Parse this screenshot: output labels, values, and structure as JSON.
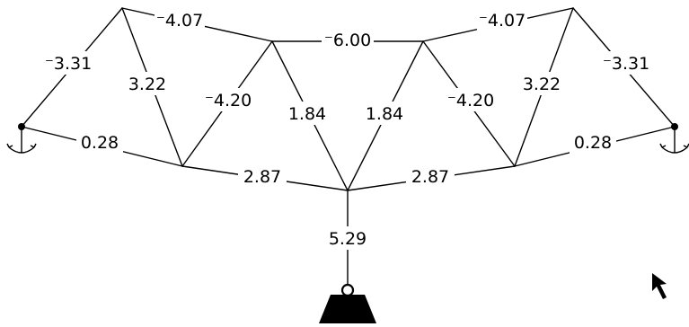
{
  "colors": {
    "ink": "#000000",
    "background": "#ffffff"
  },
  "icons": {
    "left_support": "pin-support-icon",
    "right_support": "pin-support-icon",
    "load": "hanging-weight-icon",
    "cursor": "mouse-pointer-icon"
  },
  "truss": {
    "members": [
      {
        "id": "m-left-outer-top",
        "label": "⁻3.31"
      },
      {
        "id": "m-left-top-chord",
        "label": "⁻4.07"
      },
      {
        "id": "m-center-top-chord",
        "label": "⁻6.00"
      },
      {
        "id": "m-right-top-chord",
        "label": "⁻4.07"
      },
      {
        "id": "m-right-outer-top",
        "label": "⁻3.31"
      },
      {
        "id": "m-left-vertical-diag",
        "label": "3.22"
      },
      {
        "id": "m-left-inner-diag",
        "label": "⁻4.20"
      },
      {
        "id": "m-left-center-diag",
        "label": "1.84"
      },
      {
        "id": "m-right-center-diag",
        "label": "1.84"
      },
      {
        "id": "m-right-inner-diag",
        "label": "⁻4.20"
      },
      {
        "id": "m-right-vertical-diag",
        "label": "3.22"
      },
      {
        "id": "m-left-bottom-outer",
        "label": "0.28"
      },
      {
        "id": "m-left-bottom-inner",
        "label": "2.87"
      },
      {
        "id": "m-right-bottom-inner",
        "label": "2.87"
      },
      {
        "id": "m-right-bottom-outer",
        "label": "0.28"
      },
      {
        "id": "m-hanger",
        "label": "5.29"
      }
    ]
  }
}
